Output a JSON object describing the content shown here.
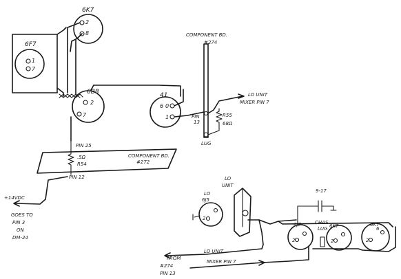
{
  "tubes": {
    "t6k7_top": {
      "name": "6K7",
      "pin_a": "2",
      "pin_b": "8"
    },
    "t6f7": {
      "name": "6F7",
      "pin_a": "1",
      "pin_b": "7"
    },
    "t6b8": {
      "name": "6B8",
      "pin_a": "2",
      "pin_b": "7"
    },
    "t41": {
      "name": "41",
      "pin_a": "6",
      "pin_b": "0",
      "pin_c": "1"
    },
    "t6j5": {
      "name_line1": "LO",
      "name_line2": "6J5",
      "pin_a": "2"
    },
    "t6j7": {
      "name": "6J7",
      "pin_a": "2"
    },
    "t6k7_mid": {
      "name": "6K7",
      "pin_a": "2"
    },
    "t6k7_right": {
      "name": "6K7",
      "pin_a": "2",
      "pin_b": "6"
    }
  },
  "labels": {
    "comp_bd_274_line1": "COMPONENT BD.",
    "comp_bd_274_line2": "#274",
    "lo_unit_line1": "LO UNIT",
    "lo_unit_line2": "MIXER PIN 7",
    "r55": "R55",
    "r55_value": "68Ω",
    "pin13_line1": "PIN",
    "pin13_line2": "13",
    "lug": "LUG",
    "pin25": "PIN 25",
    "r54_value": ".5Ω",
    "r54": "R54",
    "comp_bd_272_line1": "COMPONENT BD.",
    "comp_bd_272_line2": "#272",
    "pin12": "PIN 12",
    "supply": "+14VDC",
    "goes_line1": "GOES TO",
    "goes_line2": "PIN 3",
    "goes_line3": "ON",
    "goes_line4": "DM-24",
    "lo_unit_box_line1": "LO",
    "lo_unit_box_line2": "UNIT",
    "cap": "9-17",
    "chas_line1": "CHAS",
    "chas_line2": "LUG",
    "from_line1": "FROM",
    "from_line2": "#274",
    "from_line3": "PIN 13",
    "bottom_lo_unit": "LO UNIT",
    "bottom_mixer": "MIXER PIN 7"
  }
}
